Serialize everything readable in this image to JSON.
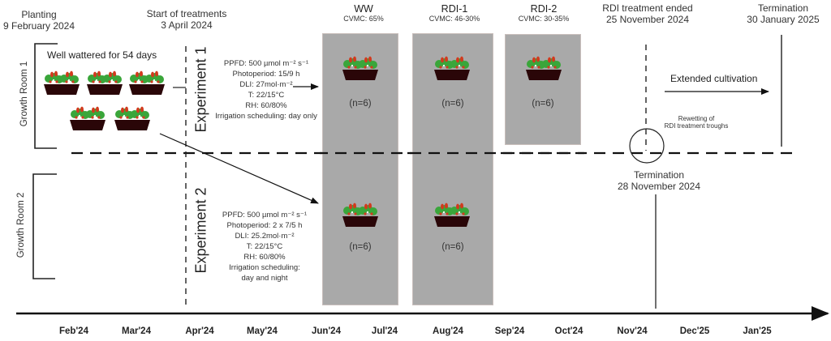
{
  "events": {
    "planting": {
      "label": "Planting",
      "date": "9 February 2024"
    },
    "start_treatments": {
      "label": "Start of treatments",
      "date": "3 April 2024"
    },
    "rdi_ended": {
      "label": "RDI treatment ended",
      "date": "25 November 2024"
    },
    "termination_1": {
      "label": "Termination",
      "date": "30 January 2025"
    },
    "termination_2": {
      "label": "Termination",
      "date": "28 November 2024"
    }
  },
  "rooms": {
    "room1": "Growth Room 1",
    "room2": "Growth Room 2",
    "room1_note": "Well wattered for 54 days"
  },
  "experiments": {
    "exp1": {
      "label": "Experiment 1",
      "params": [
        "PPFD: 500 µmol m⁻² s⁻¹",
        "Photoperiod: 15/9 h",
        "DLI: 27mol·m⁻²",
        "T: 22/15°C",
        "RH: 60/80%",
        "Irrigation scheduling: day only"
      ]
    },
    "exp2": {
      "label": "Experiment 2",
      "params": [
        "PPFD: 500 µmol m⁻² s⁻¹",
        "Photoperiod: 2 x 7/5 h",
        "DLI: 25.2mol·m⁻²",
        "T: 22/15°C",
        "RH: 60/80%",
        "Irrigation scheduling:",
        "day and night"
      ]
    }
  },
  "treatments": [
    {
      "name": "WW",
      "cvmc": "CVMC: 65%",
      "n_room1": "(n=6)",
      "n_room2": "(n=6)"
    },
    {
      "name": "RDI-1",
      "cvmc": "CVMC: 46-30%",
      "n_room1": "(n=6)",
      "n_room2": "(n=6)"
    },
    {
      "name": "RDI-2",
      "cvmc": "CVMC: 30-35%",
      "n_room1": "(n=6)"
    }
  ],
  "annotations": {
    "extended": "Extended cultivation",
    "rewetting_1": "Rewetting of",
    "rewetting_2": "RDI treatment troughs"
  },
  "timeline": {
    "months": [
      "Feb'24",
      "Mar'24",
      "Apr'24",
      "May'24",
      "Jun'24",
      "Jul'24",
      "Aug'24",
      "Sep'24",
      "Oct'24",
      "Nov'24",
      "Dec'25",
      "Jan'25"
    ]
  },
  "colors": {
    "box_fill": "#a9a9a9",
    "pot": "#2a0608",
    "leaf": "#3aa63a",
    "fruit": "#d23a1e"
  }
}
